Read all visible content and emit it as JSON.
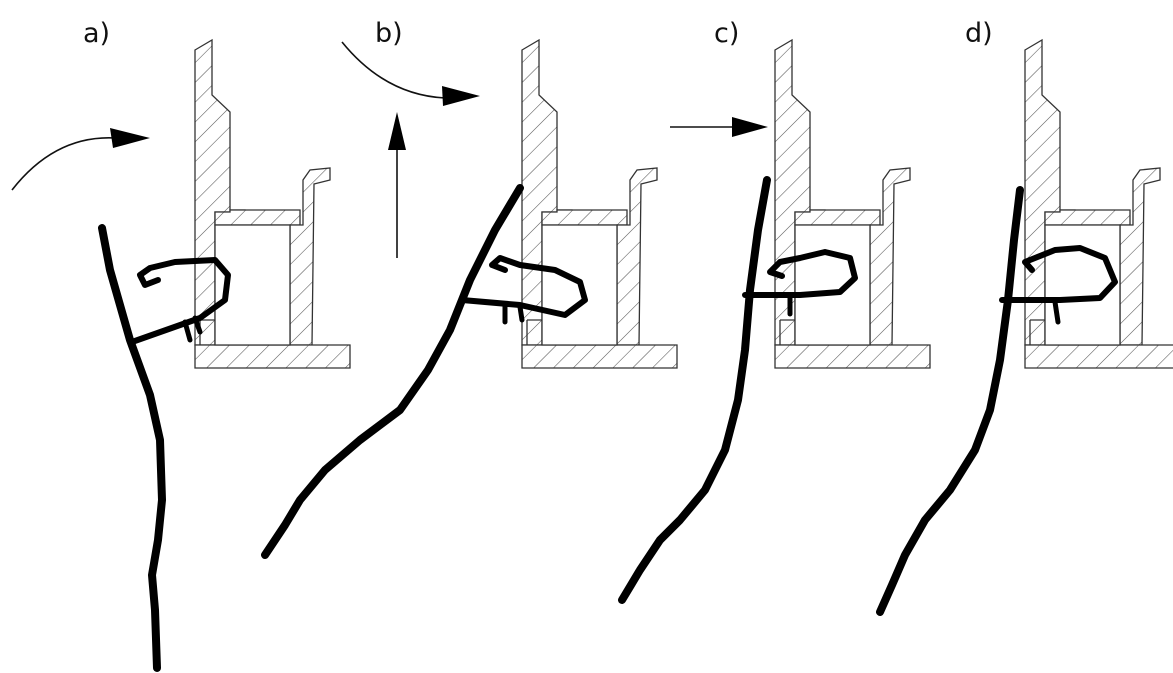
{
  "panels": [
    {
      "label": "a)"
    },
    {
      "label": "b)"
    },
    {
      "label": "c)"
    },
    {
      "label": "d)"
    }
  ],
  "colors": {
    "line": "#000000",
    "hatch": "#333333",
    "background": "#ffffff"
  },
  "arrows": {
    "a": "curved",
    "b": [
      "curved",
      "vertical-up"
    ],
    "c": "horizontal-right",
    "d": "none"
  }
}
